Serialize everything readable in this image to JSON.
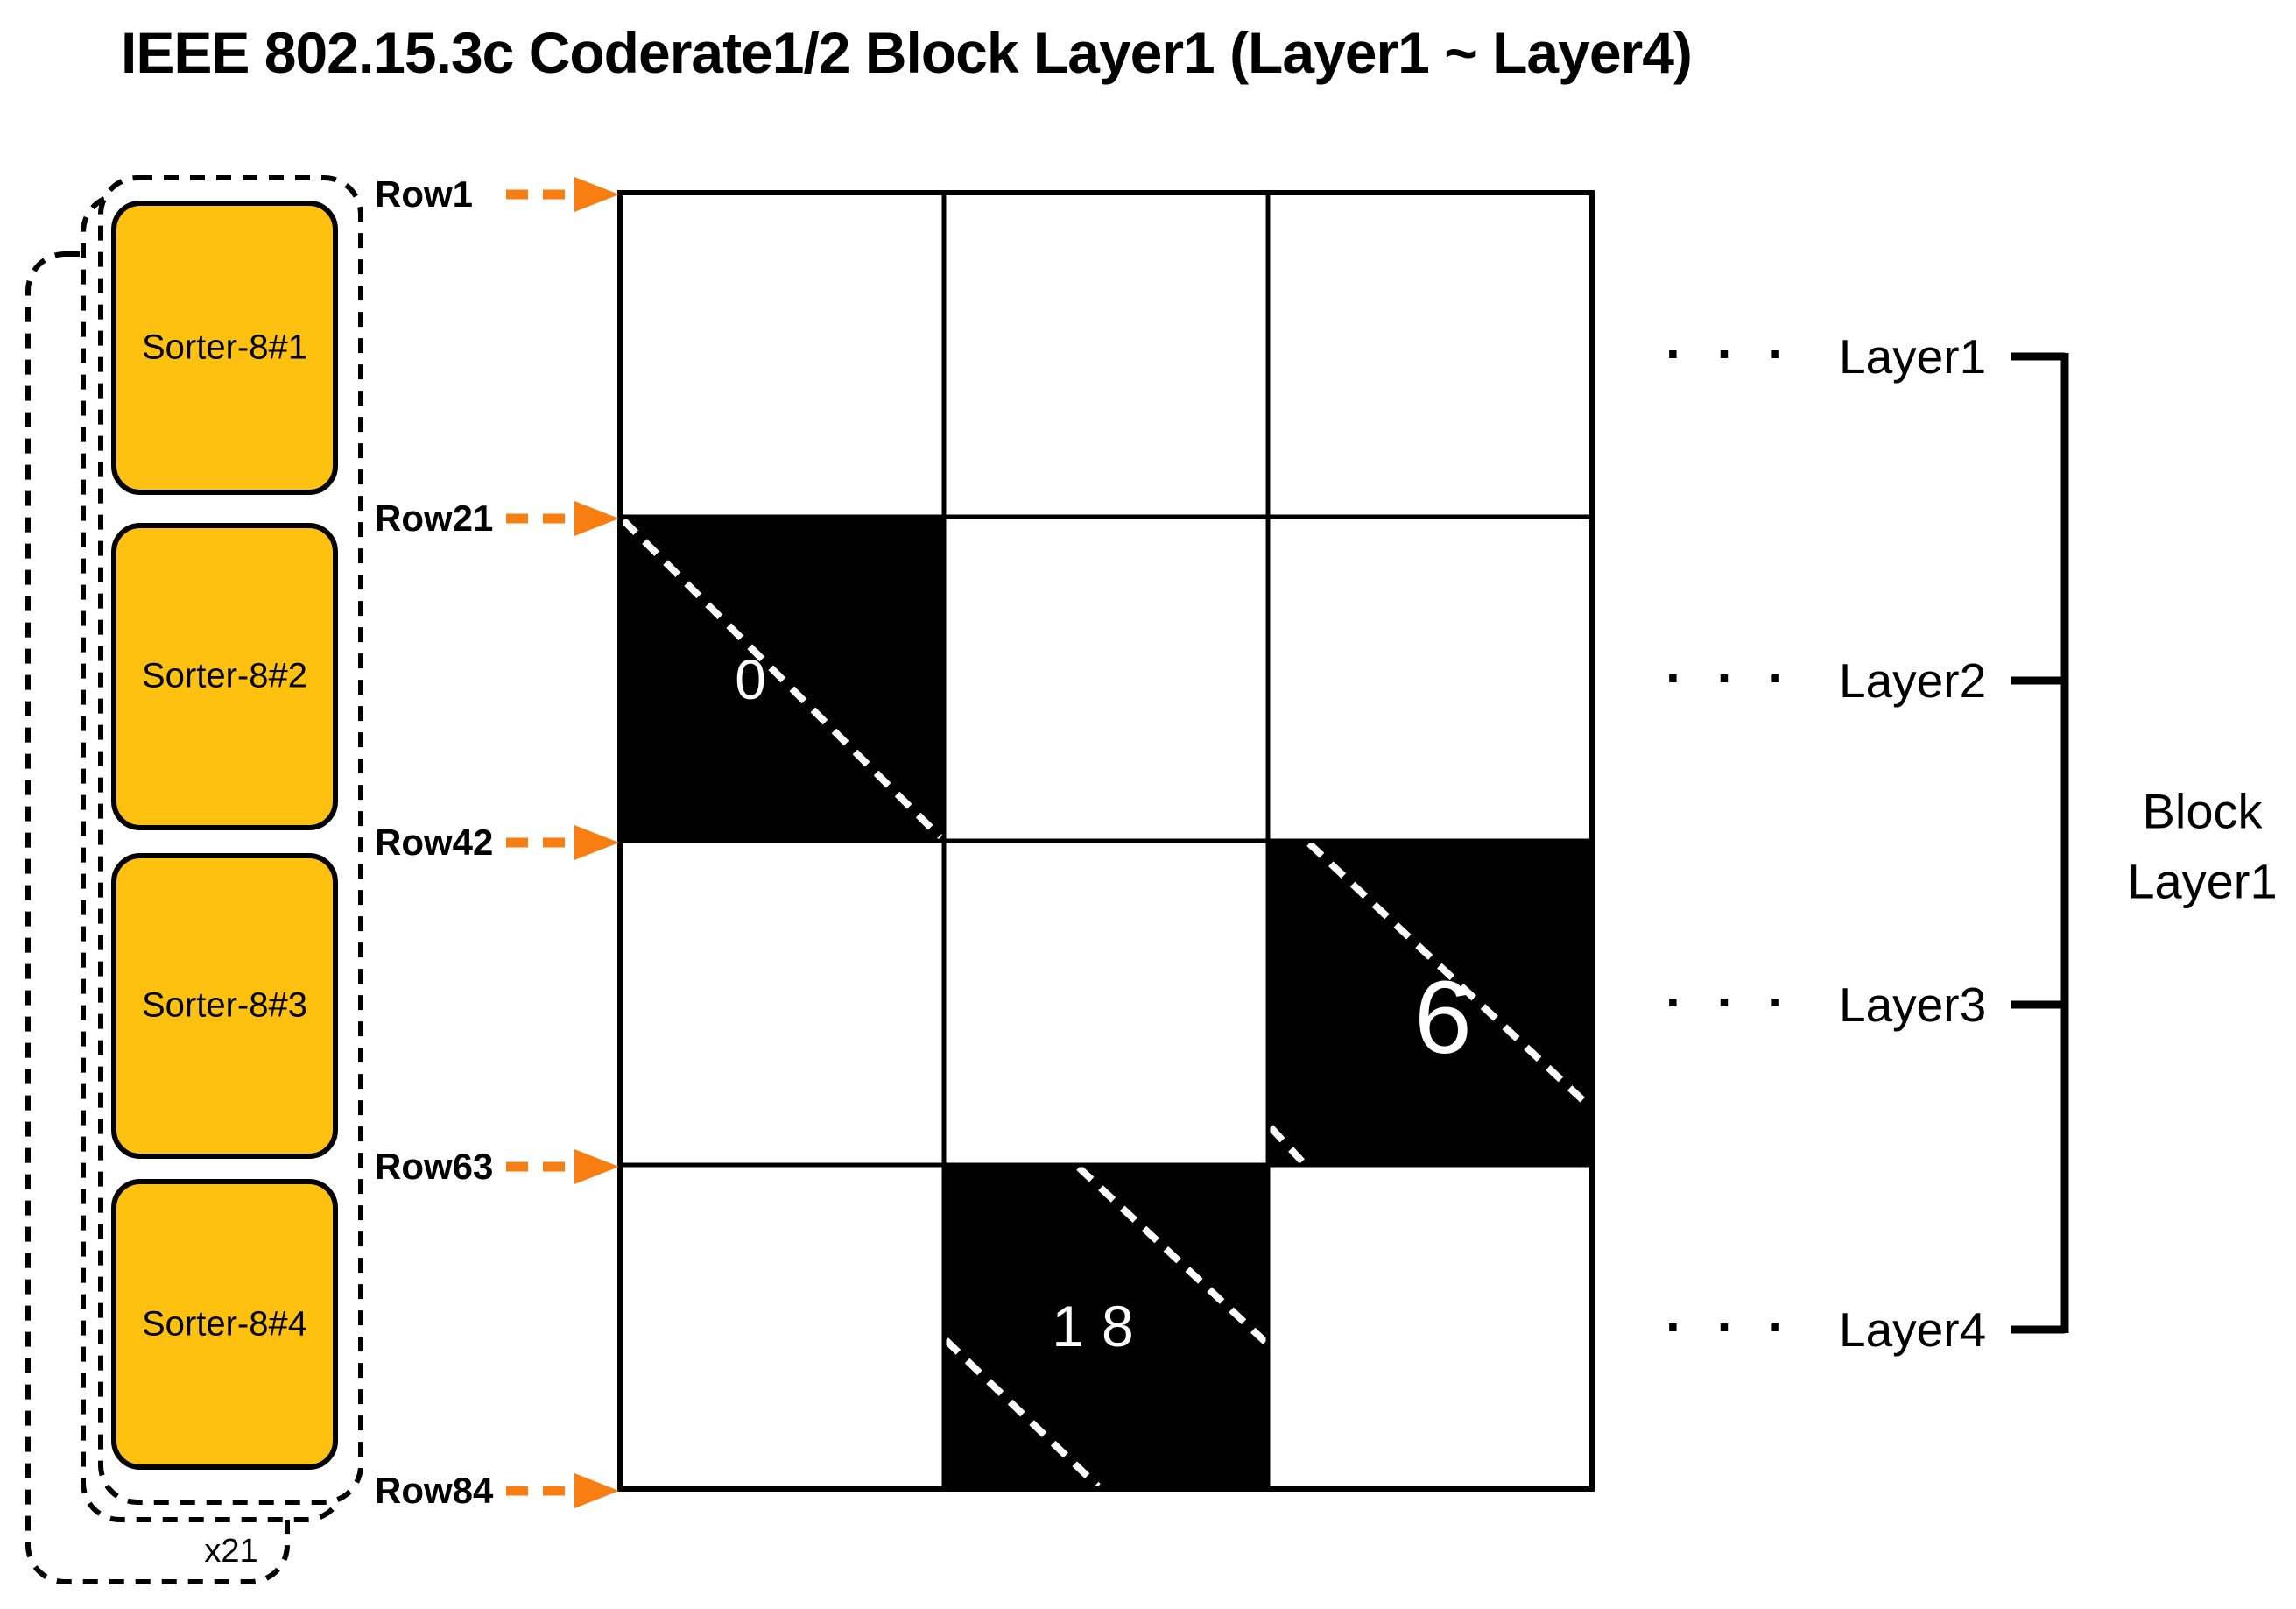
{
  "title": "IEEE 802.15.3c Coderate1/2 Block Layer1 (Layer1 ~ Layer4)",
  "sorter_stack": {
    "sorters": [
      {
        "label": "Sorter-8#1"
      },
      {
        "label": "Sorter-8#2"
      },
      {
        "label": "Sorter-8#3"
      },
      {
        "label": "Sorter-8#4"
      }
    ],
    "repeat_label": "x21"
  },
  "row_markers": [
    {
      "label": "Row1"
    },
    {
      "label": "Row21"
    },
    {
      "label": "Row42"
    },
    {
      "label": "Row63"
    },
    {
      "label": "Row84"
    }
  ],
  "parity_matrix": {
    "rows": 4,
    "cols": 3,
    "black_cells": [
      {
        "row": 2,
        "col": 1,
        "shift": "0"
      },
      {
        "row": 3,
        "col": 3,
        "shift": "6"
      },
      {
        "row": 4,
        "col": 2,
        "shift": "18"
      }
    ]
  },
  "layers": [
    {
      "label": "Layer1"
    },
    {
      "label": "Layer2"
    },
    {
      "label": "Layer3"
    },
    {
      "label": "Layer4"
    }
  ],
  "block_label": {
    "line1": "Block",
    "line2": "Layer1"
  },
  "decoration": {
    "ellipsis": "· · ·"
  },
  "colors": {
    "sorter_fill": "#FEC110",
    "arrow": "#F87E12",
    "cell_fill": "#000000",
    "diagonal_dash": "#FFFFFF"
  }
}
